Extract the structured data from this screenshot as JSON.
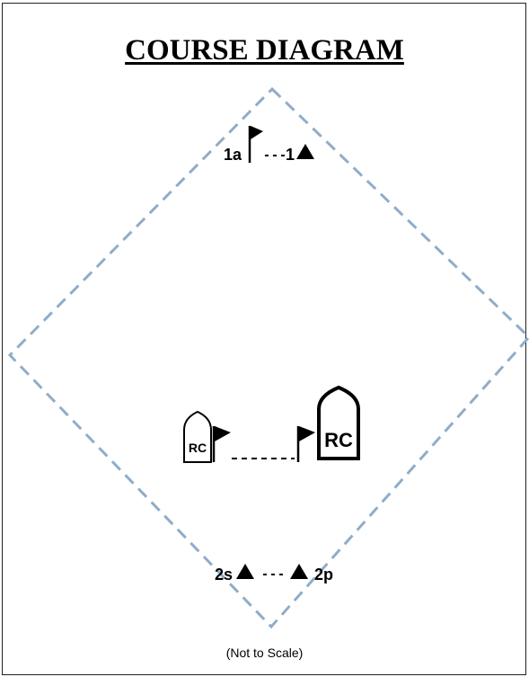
{
  "title": "COURSE DIAGRAM",
  "course_line_color": "#8fadc9",
  "marks": {
    "mark_1a": "1a",
    "mark_1": "1",
    "mark_2s": "2s",
    "mark_2p": "2p",
    "rc_left": "RC",
    "rc_right": "RC"
  },
  "note": "(Not to Scale)"
}
